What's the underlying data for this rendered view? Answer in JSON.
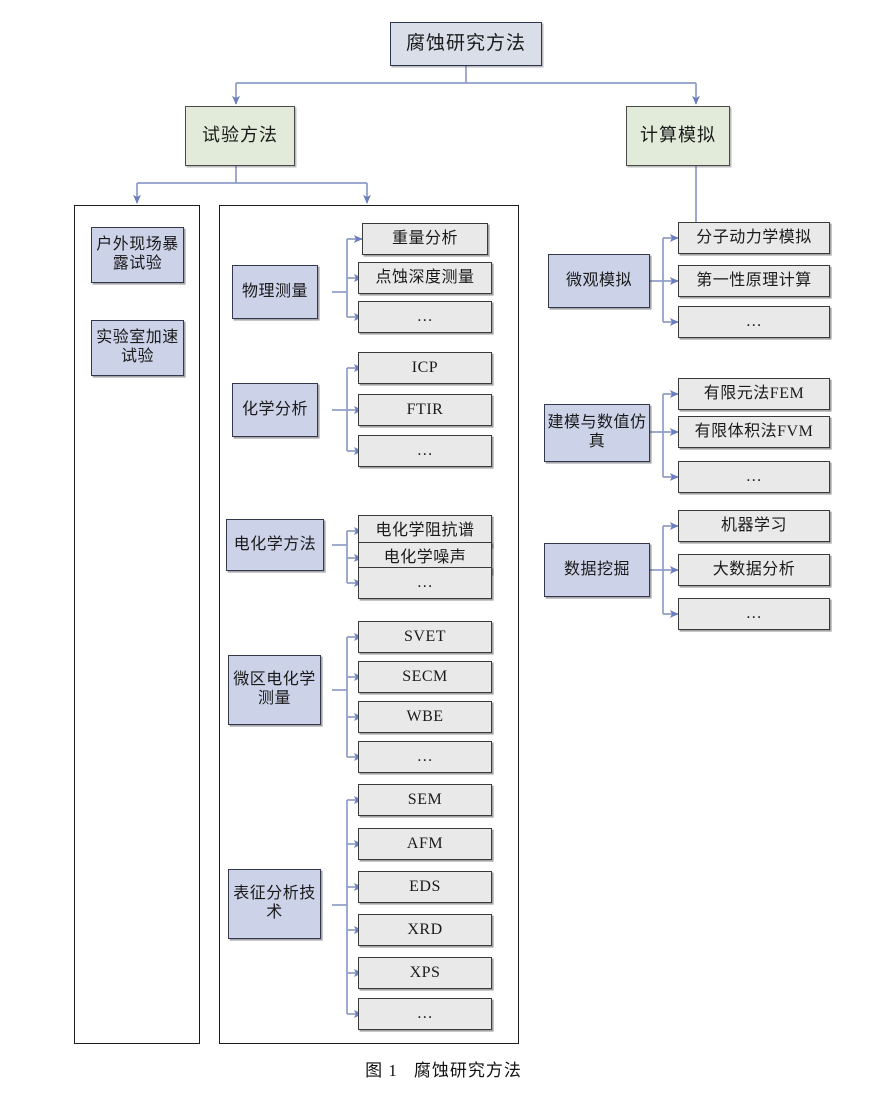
{
  "figure": {
    "root": {
      "label": "腐蚀研究方法"
    },
    "branches": [
      {
        "label": "试验方法"
      },
      {
        "label": "计算模拟"
      }
    ],
    "field_group": {
      "name": "field-and-lab-tests",
      "items": [
        {
          "label": "户外现场暴露试验"
        },
        {
          "label": "实验室加速试验"
        }
      ]
    },
    "experimental_group": {
      "name": "experimental-techniques",
      "categories": [
        {
          "label": "物理测量",
          "leaves": [
            {
              "label": "重量分析"
            },
            {
              "label": "点蚀深度测量"
            },
            {
              "label": "…"
            }
          ]
        },
        {
          "label": "化学分析",
          "leaves": [
            {
              "label": "ICP"
            },
            {
              "label": "FTIR"
            },
            {
              "label": "…"
            }
          ]
        },
        {
          "label": "电化学方法",
          "leaves": [
            {
              "label": "电化学阻抗谱"
            },
            {
              "label": "电化学噪声"
            },
            {
              "label": "…"
            }
          ]
        },
        {
          "label": "微区电化学测量",
          "leaves": [
            {
              "label": "SVET"
            },
            {
              "label": "SECM"
            },
            {
              "label": "WBE"
            },
            {
              "label": "…"
            }
          ]
        },
        {
          "label": "表征分析技术",
          "leaves": [
            {
              "label": "SEM"
            },
            {
              "label": "AFM"
            },
            {
              "label": "EDS"
            },
            {
              "label": "XRD"
            },
            {
              "label": "XPS"
            },
            {
              "label": "…"
            }
          ]
        }
      ]
    },
    "simulation_group": {
      "name": "computational-simulation",
      "categories": [
        {
          "label": "微观模拟",
          "leaves": [
            {
              "label": "分子动力学模拟"
            },
            {
              "label": "第一性原理计算"
            },
            {
              "label": "…"
            }
          ]
        },
        {
          "label": "建模与数值仿真",
          "leaves": [
            {
              "label": "有限元法FEM"
            },
            {
              "label": "有限体积法FVM"
            },
            {
              "label": "…"
            }
          ]
        },
        {
          "label": "数据挖掘",
          "leaves": [
            {
              "label": "机器学习"
            },
            {
              "label": "大数据分析"
            },
            {
              "label": "…"
            }
          ]
        }
      ]
    },
    "caption": {
      "figure_number": "图 1",
      "figure_title": "腐蚀研究方法",
      "sub_caption": ""
    },
    "colors": {
      "root_fill": "#d9dee8",
      "branch_fill": "#e2ead9",
      "category_fill": "#ccd2e8",
      "leaf_fill": "#e9e9e9",
      "connector": "#7b8cc4",
      "frame_border": "#1d1d1d"
    }
  }
}
